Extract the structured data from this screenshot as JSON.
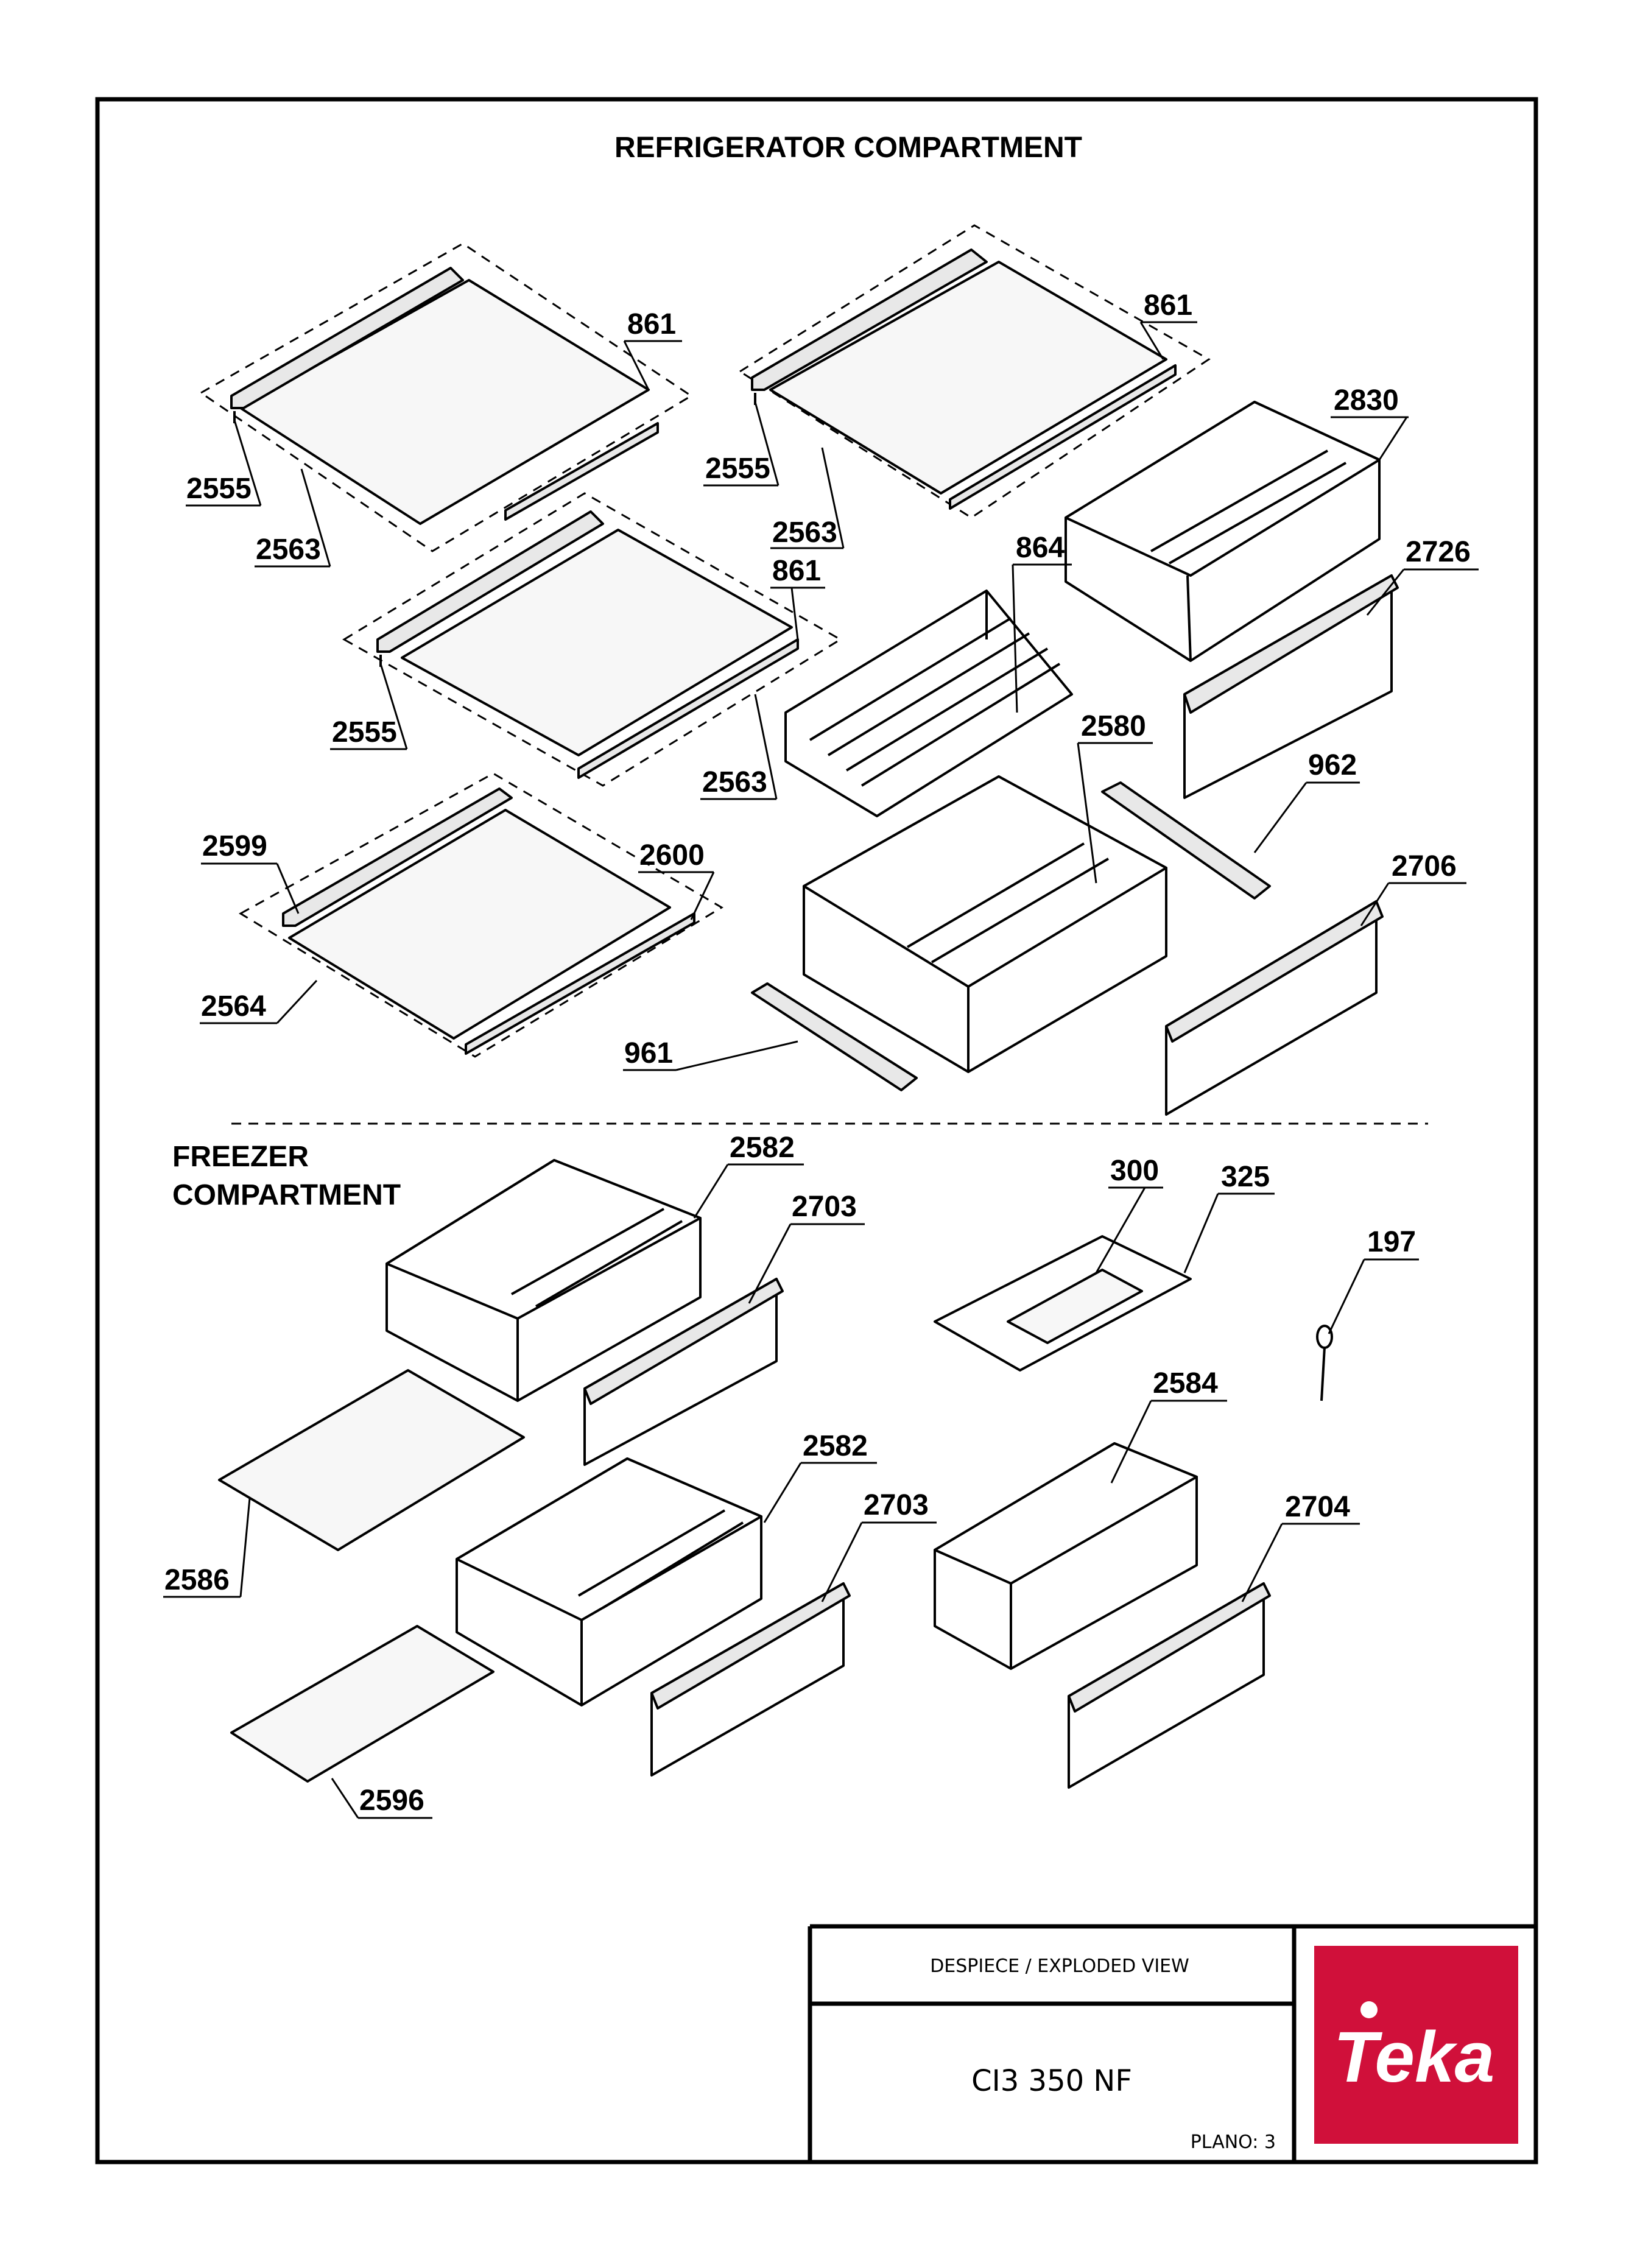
{
  "headings": {
    "refrigerator": "REFRIGERATOR COMPARTMENT",
    "freezer_line1": "FREEZER",
    "freezer_line2": "COMPARTMENT"
  },
  "callouts": [
    "861",
    "861",
    "2830",
    "2555",
    "2555",
    "2563",
    "2563",
    "861",
    "864",
    "2726",
    "2555",
    "2563",
    "2580",
    "962",
    "2599",
    "2600",
    "2706",
    "2564",
    "961",
    "2582",
    "300",
    "325",
    "2703",
    "197",
    "2584",
    "2582",
    "2586",
    "2703",
    "2704",
    "2596"
  ],
  "title_block": {
    "description": "DESPIECE / EXPLODED VIEW",
    "model": "CI3 350 NF",
    "sheet": "PLANO: 3"
  },
  "logo": {
    "text": "Teka",
    "color": "#d0103a"
  }
}
